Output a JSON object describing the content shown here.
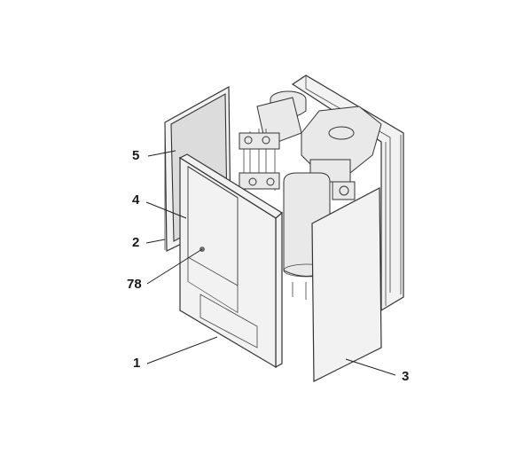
{
  "diagram": {
    "callouts": [
      {
        "id": "c5",
        "label": "5"
      },
      {
        "id": "c4",
        "label": "4"
      },
      {
        "id": "c2",
        "label": "2"
      },
      {
        "id": "c78",
        "label": "78"
      },
      {
        "id": "c1",
        "label": "1"
      },
      {
        "id": "c3",
        "label": "3"
      }
    ]
  }
}
